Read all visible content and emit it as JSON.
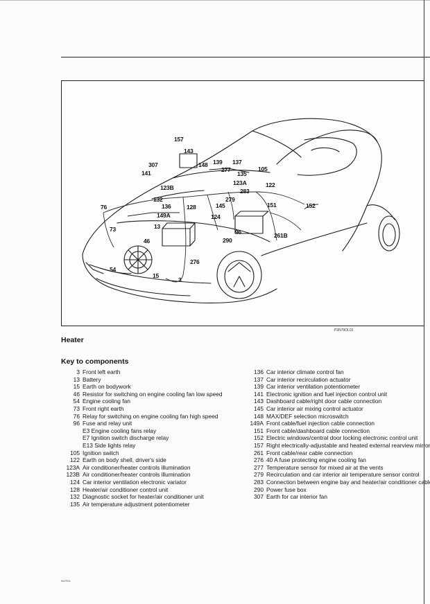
{
  "figure_code": "P3N79OL01",
  "section_title": "Heater",
  "key_title": "Key to components",
  "footer_code": "9A790L",
  "callouts": [
    "157",
    "143",
    "307",
    "141",
    "148",
    "139",
    "137",
    "277",
    "135",
    "105",
    "123B",
    "123A",
    "283",
    "122",
    "76",
    "132",
    "279",
    "136",
    "128",
    "145",
    "151",
    "152",
    "149A",
    "124",
    "13",
    "73",
    "96",
    "261B",
    "290",
    "46",
    "276",
    "54",
    "15",
    "3"
  ],
  "key_left": [
    {
      "num": "3",
      "text": "Front left earth"
    },
    {
      "num": "13",
      "text": "Battery"
    },
    {
      "num": "15",
      "text": "Earth on bodywork"
    },
    {
      "num": "46",
      "text": "Resistor for switching on engine cooling fan low speed"
    },
    {
      "num": "54",
      "text": "Engine cooling fan"
    },
    {
      "num": "73",
      "text": "Front right earth"
    },
    {
      "num": "76",
      "text": "Relay for switching on engine cooling fan high speed"
    },
    {
      "num": "96",
      "text": "Fuse and relay unit"
    },
    {
      "num": "",
      "text": "E3 Engine cooling fans relay",
      "sub": true
    },
    {
      "num": "",
      "text": "E7 Ignition switch discharge relay",
      "sub": true
    },
    {
      "num": "",
      "text": "E13 Side lights relay",
      "sub": true
    },
    {
      "num": "105",
      "text": "Ignition switch"
    },
    {
      "num": "122",
      "text": "Earth on body shell, driver's side"
    },
    {
      "num": "123A",
      "text": "Air conditioner/heater controls illumination"
    },
    {
      "num": "123B",
      "text": "Air conditioner/heater controls illumination"
    },
    {
      "num": "124",
      "text": "Car interior ventilation electronic variator"
    },
    {
      "num": "128",
      "text": "Heater/air conditioner control unit"
    },
    {
      "num": "132",
      "text": "Diagnostic socket for heater/air conditioner unit"
    },
    {
      "num": "135",
      "text": "Air temperature adjustment potentiometer"
    }
  ],
  "key_right": [
    {
      "num": "136",
      "text": "Car interior climate control fan"
    },
    {
      "num": "137",
      "text": "Car interior recirculation actuator"
    },
    {
      "num": "139",
      "text": "Car interior ventilation potentiometer"
    },
    {
      "num": "141",
      "text": "Electronic ignition and fuel injection control unit"
    },
    {
      "num": "143",
      "text": "Dashboard cable/right door cable connection"
    },
    {
      "num": "145",
      "text": "Car interior air mixing control actuator"
    },
    {
      "num": "148",
      "text": "MAX/DEF selection microswitch"
    },
    {
      "num": "149A",
      "text": "Front cable/fuel injection cable connection"
    },
    {
      "num": "151",
      "text": "Front cable/dashboard cable connection"
    },
    {
      "num": "152",
      "text": "Electric windows/central door locking electronic control unit"
    },
    {
      "num": "157",
      "text": "Right electrically-adjustable and heated external rearview mirror"
    },
    {
      "num": "261",
      "text": "Front cable/rear cable connection"
    },
    {
      "num": "276",
      "text": "40 A fuse protecting engine cooling fan"
    },
    {
      "num": "277",
      "text": "Temperature sensor for mixed air at the vents"
    },
    {
      "num": "279",
      "text": "Recirculation and car interior air temperature sensor control"
    },
    {
      "num": "283",
      "text": "Connection between engine bay and heater/air conditioner cables"
    },
    {
      "num": "290",
      "text": "Power fuse box"
    },
    {
      "num": "307",
      "text": "Earth for car interior fan"
    }
  ]
}
